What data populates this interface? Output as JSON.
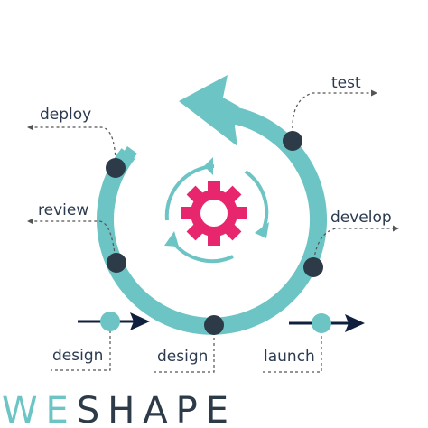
{
  "diagram": {
    "stages": [
      {
        "label": "test"
      },
      {
        "label": "develop"
      },
      {
        "label": "design"
      },
      {
        "label": "review"
      },
      {
        "label": "deploy"
      }
    ],
    "flow": {
      "start_label": "design",
      "end_label": "launch"
    },
    "center_icon": "gear-with-cycle-arrows-icon"
  },
  "brand": {
    "part1": "WE",
    "part2": "SHAPE"
  },
  "colors": {
    "teal": "#6cc4c4",
    "dark": "#2d3a48",
    "navy": "#0f1f3d",
    "magenta": "#e8266e",
    "text": "#2b3a4f",
    "dashed": "#555555"
  }
}
